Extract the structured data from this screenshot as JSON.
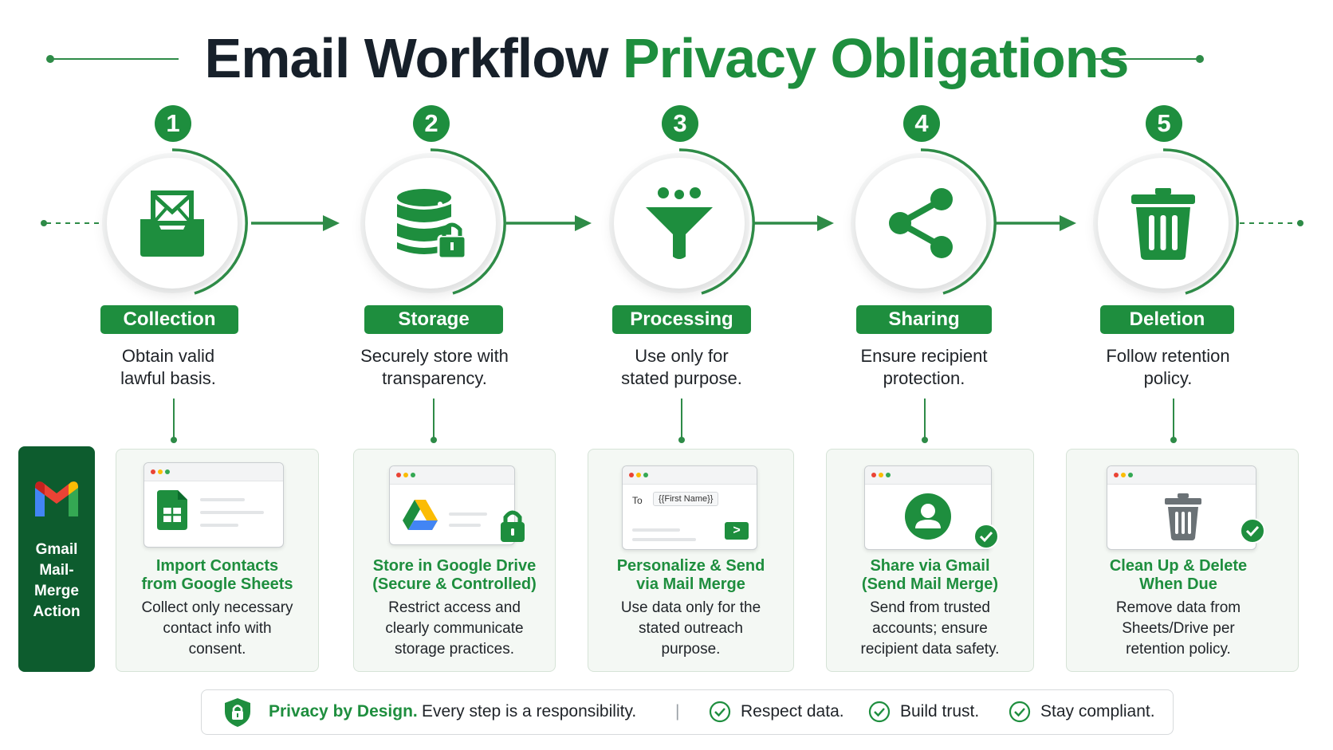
{
  "title": {
    "part1": "Email Workflow",
    "part2": "Privacy Obligations"
  },
  "steps": [
    {
      "number": "1",
      "label": "Collection",
      "desc_line1": "Obtain valid",
      "desc_line2": "lawful basis.",
      "icon": "inbox-envelope-icon"
    },
    {
      "number": "2",
      "label": "Storage",
      "desc_line1": "Securely store with",
      "desc_line2": "transparency.",
      "icon": "database-lock-icon"
    },
    {
      "number": "3",
      "label": "Processing",
      "desc_line1": "Use only for",
      "desc_line2": "stated purpose.",
      "icon": "funnel-icon"
    },
    {
      "number": "4",
      "label": "Sharing",
      "desc_line1": "Ensure recipient",
      "desc_line2": "protection.",
      "icon": "share-icon"
    },
    {
      "number": "5",
      "label": "Deletion",
      "desc_line1": "Follow retention",
      "desc_line2": "policy.",
      "icon": "trash-icon"
    }
  ],
  "side_panel": {
    "line1": "Gmail",
    "line2": "Mail-Merge",
    "line3": "Action",
    "icon": "gmail-logo-icon"
  },
  "cards": [
    {
      "title_line1": "Import Contacts",
      "title_line2": "from Google Sheets",
      "desc_line1": "Collect only necessary",
      "desc_line2": "contact info with",
      "desc_line3": "consent."
    },
    {
      "title_line1": "Store in Google Drive",
      "title_line2": "(Secure & Controlled)",
      "desc_line1": "Restrict access and",
      "desc_line2": "clearly communicate",
      "desc_line3": "storage practices."
    },
    {
      "title_line1": "Personalize & Send",
      "title_line2": "via Mail Merge",
      "desc_line1": "Use data only for the",
      "desc_line2": "stated outreach",
      "desc_line3": "purpose.",
      "mock_to": "To",
      "mock_field": "{{First Name}}",
      "mock_send": ">"
    },
    {
      "title_line1": "Share via Gmail",
      "title_line2": "(Send Mail Merge)",
      "desc_line1": "Send from trusted",
      "desc_line2": "accounts; ensure",
      "desc_line3": "recipient data safety."
    },
    {
      "title_line1": "Clean Up & Delete",
      "title_line2": "When Due",
      "desc_line1": "Remove data from",
      "desc_line2": "Sheets/Drive per",
      "desc_line3": "retention policy."
    }
  ],
  "footer": {
    "bold": "Privacy by Design.",
    "text": "Every step is a responsibility.",
    "separator": "|",
    "checks": [
      "Respect data.",
      "Build trust.",
      "Stay compliant."
    ]
  },
  "colors": {
    "brand_green": "#1e8e3e",
    "dark_green": "#0d5c2e",
    "title_dark": "#17202a"
  }
}
